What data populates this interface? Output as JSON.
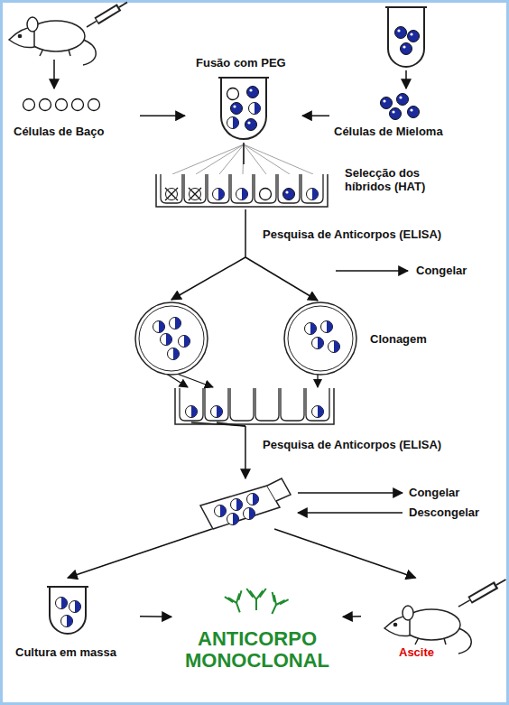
{
  "diagram": {
    "nodes": [
      {
        "text": [
          "Fusão com PEG"
        ]
      },
      {
        "text": [
          "Células de Baço"
        ]
      },
      {
        "text": [
          "Células de Mieloma"
        ]
      },
      {
        "text": [
          "Selecção dos híbridos (HAT)"
        ]
      },
      {
        "text": [
          "Clonagem"
        ]
      },
      {
        "text": [
          "Congelar",
          "Descongelar"
        ]
      },
      {
        "text": [
          "Cultura em massa"
        ]
      },
      {
        "text": [
          "ANTICORPO MONOCLONAL"
        ]
      },
      {
        "text": [
          "Ascite"
        ]
      }
    ],
    "edges": [
      {
        "from": 1,
        "to": 0,
        "arrow": "to"
      },
      {
        "from": 2,
        "to": 0,
        "arrow": "to"
      },
      {
        "from": 0,
        "to": 3,
        "arrow": "none"
      },
      {
        "from": 3,
        "to": 4,
        "label": "Pesquisa de Anticorpos (ELISA)",
        "arrow": "to"
      },
      {
        "from": 4,
        "to": 5,
        "label": "Pesquisa de Anticorpos (ELISA)",
        "arrow": "to"
      },
      {
        "from": 5,
        "to": 6,
        "arrow": "to"
      },
      {
        "from": 5,
        "to": 8,
        "arrow": "to"
      },
      {
        "from": 6,
        "to": 7,
        "arrow": "to"
      },
      {
        "from": 8,
        "to": 7,
        "arrow": "to"
      }
    ],
    "labels": [
      "Congelar"
    ]
  }
}
